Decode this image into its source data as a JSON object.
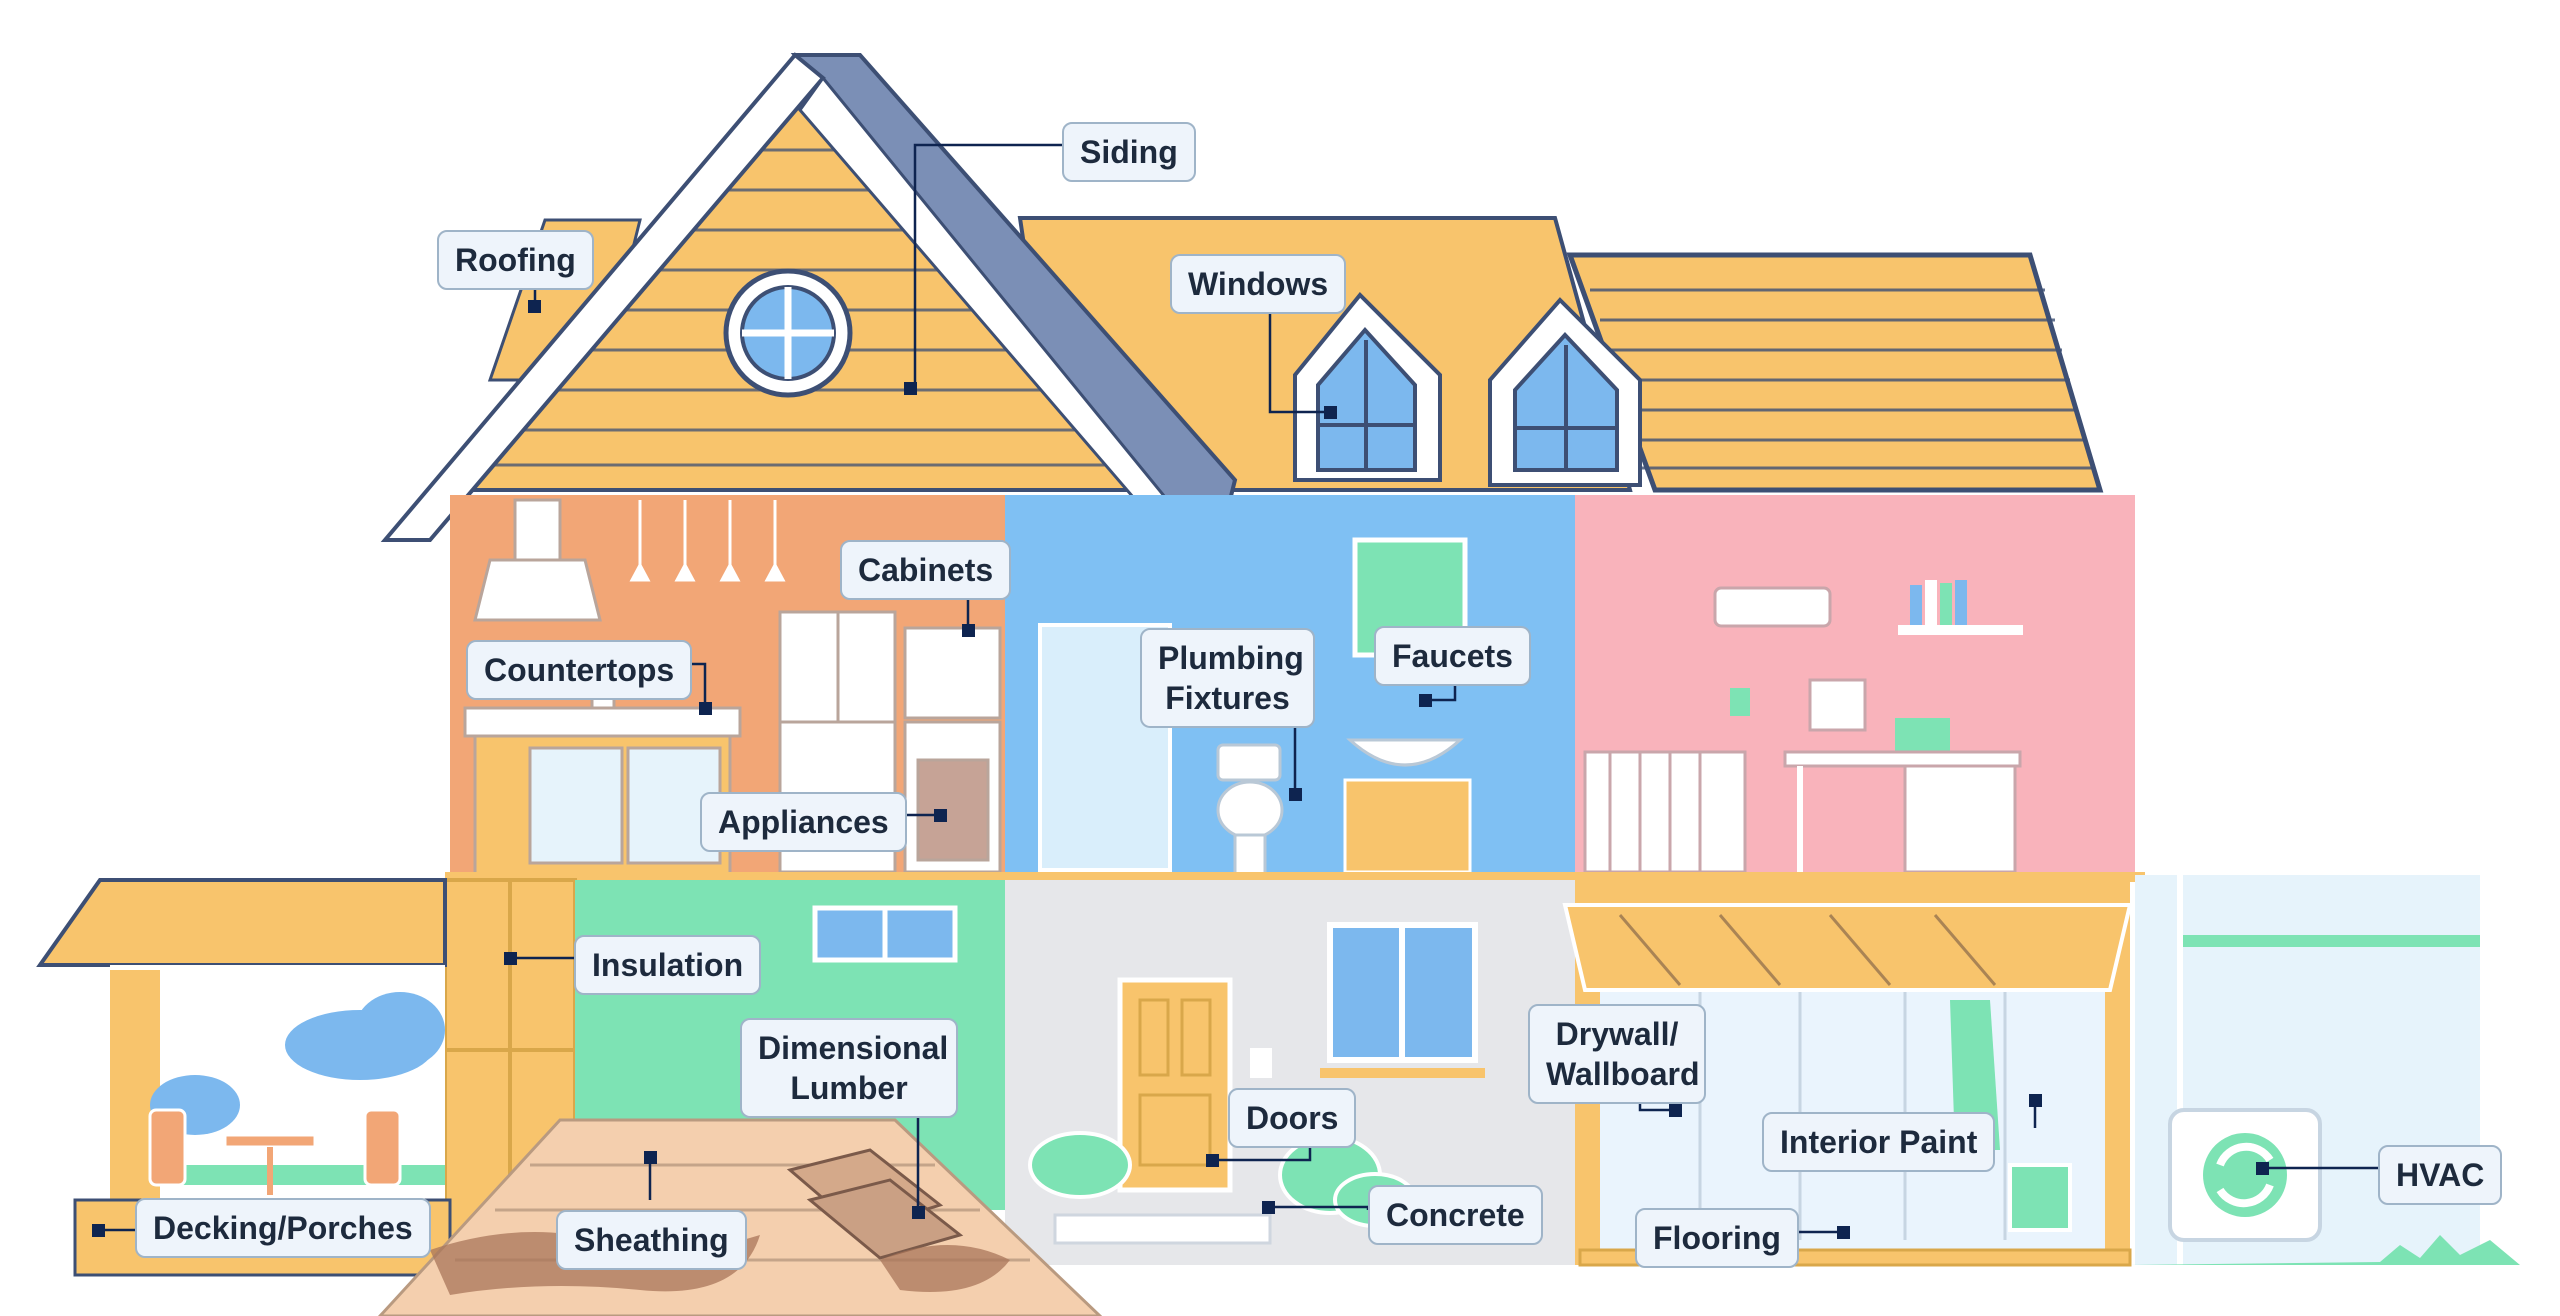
{
  "labels": {
    "siding": "Siding",
    "roofing": "Roofing",
    "windows": "Windows",
    "cabinets": "Cabinets",
    "countertops": "Countertops",
    "plumbing_fixtures": "Plumbing Fixtures",
    "faucets": "Faucets",
    "appliances": "Appliances",
    "insulation": "Insulation",
    "dimensional_lumber": "Dimensional Lumber",
    "drywall_wallboard": "Drywall/ Wallboard",
    "doors": "Doors",
    "concrete": "Concrete",
    "interior_paint": "Interior Paint",
    "hvac": "HVAC",
    "flooring": "Flooring",
    "sheathing": "Sheathing",
    "decking_porches": "Decking/Porches"
  },
  "colors": {
    "roof_slate": "#7b8fb6",
    "wood": "#f8c46c",
    "kitchen": "#f2a676",
    "bathroom": "#7fc0f3",
    "bedroom": "#f9b3bb",
    "green_room": "#7de3b4",
    "living_room": "#e6e7ea",
    "window_blue": "#7cb8ee",
    "outline": "#3d4f74",
    "dot": "#0e2450"
  }
}
